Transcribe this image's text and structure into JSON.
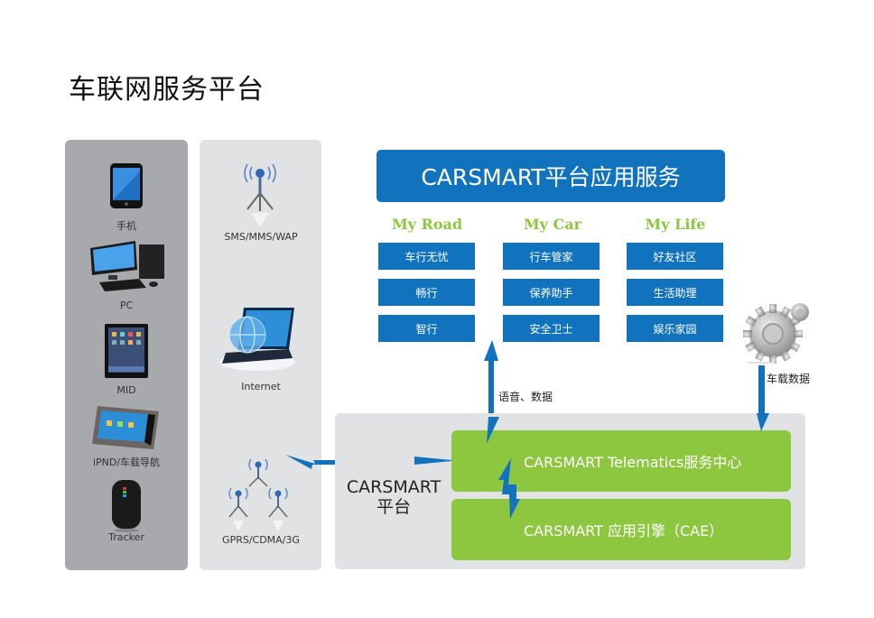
{
  "title": "车联网服务平台",
  "devices": [
    {
      "icon": "smartphone-icon",
      "label": "手机"
    },
    {
      "icon": "desktop-pc-icon",
      "label": "PC"
    },
    {
      "icon": "tablet-icon",
      "label": "MID"
    },
    {
      "icon": "car-navigator-icon",
      "label": "iPND/车载导航"
    },
    {
      "icon": "gps-tracker-icon",
      "label": "Tracker"
    }
  ],
  "networks": [
    {
      "icon": "antenna-icon",
      "label": "SMS/MMS/WAP"
    },
    {
      "icon": "laptop-globe-icon",
      "label": "Internet"
    },
    {
      "icon": "antenna-cluster-icon",
      "label": "GPRS/CDMA/3G"
    }
  ],
  "app_services": {
    "header": "CARSMART平台应用服务",
    "categories": [
      {
        "name": "My Road",
        "items": [
          "车行无忧",
          "畅行",
          "智行"
        ]
      },
      {
        "name": "My Car",
        "items": [
          "行车管家",
          "保养助手",
          "安全卫士"
        ]
      },
      {
        "name": "My Life",
        "items": [
          "好友社区",
          "生活助理",
          "娱乐家园"
        ]
      }
    ]
  },
  "flows": {
    "voice_data": "语音、数据",
    "vehicle_data": "车载数据"
  },
  "platform": {
    "label_line1": "CARSMART",
    "label_line2": "平台",
    "telematics_center": "CARSMART Telematics服务中心",
    "app_engine": "CARSMART 应用引擎（CAE）"
  },
  "colors": {
    "blue": "#1172bd",
    "green": "#8dc63f",
    "dark_gray_panel": "#a7a9ac",
    "light_gray_panel": "#e1e2e4"
  }
}
